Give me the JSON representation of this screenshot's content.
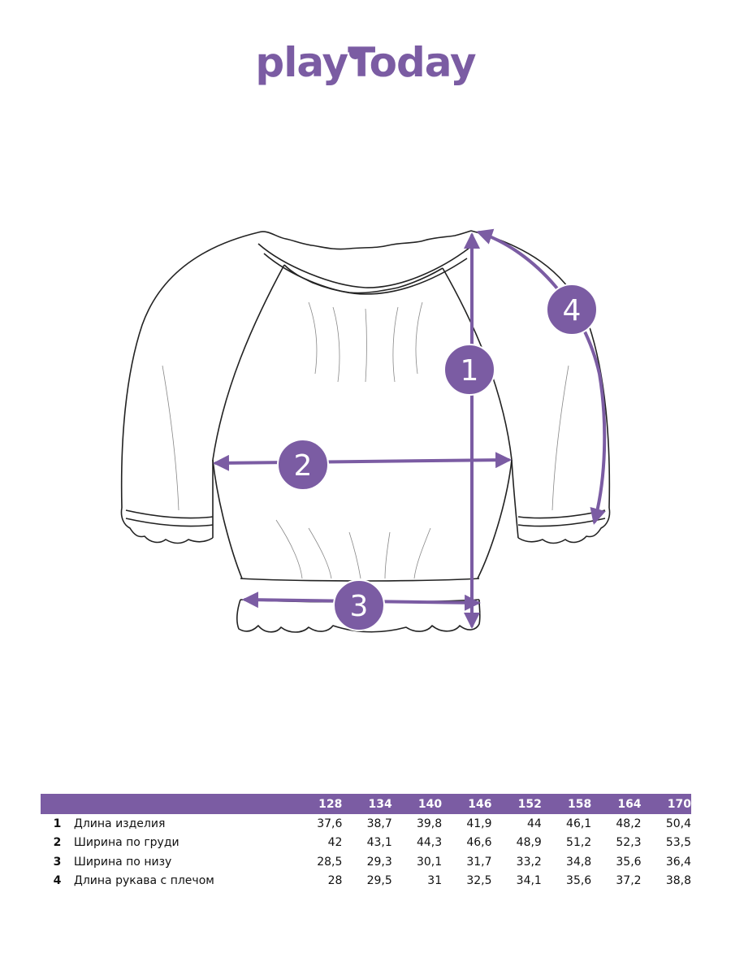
{
  "brand": {
    "logo_text": "playToday",
    "accent_color": "#7B5CA3"
  },
  "callouts": [
    "1",
    "2",
    "3",
    "4"
  ],
  "size_table": {
    "sizes": [
      "128",
      "134",
      "140",
      "146",
      "152",
      "158",
      "164",
      "170"
    ],
    "rows": [
      {
        "num": "1",
        "label": "Длина изделия",
        "values": [
          "37,6",
          "38,7",
          "39,8",
          "41,9",
          "44",
          "46,1",
          "48,2",
          "50,4"
        ]
      },
      {
        "num": "2",
        "label": "Ширина по груди",
        "values": [
          "42",
          "43,1",
          "44,3",
          "46,6",
          "48,9",
          "51,2",
          "52,3",
          "53,5"
        ]
      },
      {
        "num": "3",
        "label": "Ширина по низу",
        "values": [
          "28,5",
          "29,3",
          "30,1",
          "31,7",
          "33,2",
          "34,8",
          "35,6",
          "36,4"
        ]
      },
      {
        "num": "4",
        "label": "Длина рукава с плечом",
        "values": [
          "28",
          "29,5",
          "31",
          "32,5",
          "34,1",
          "35,6",
          "37,2",
          "38,8"
        ]
      }
    ]
  }
}
